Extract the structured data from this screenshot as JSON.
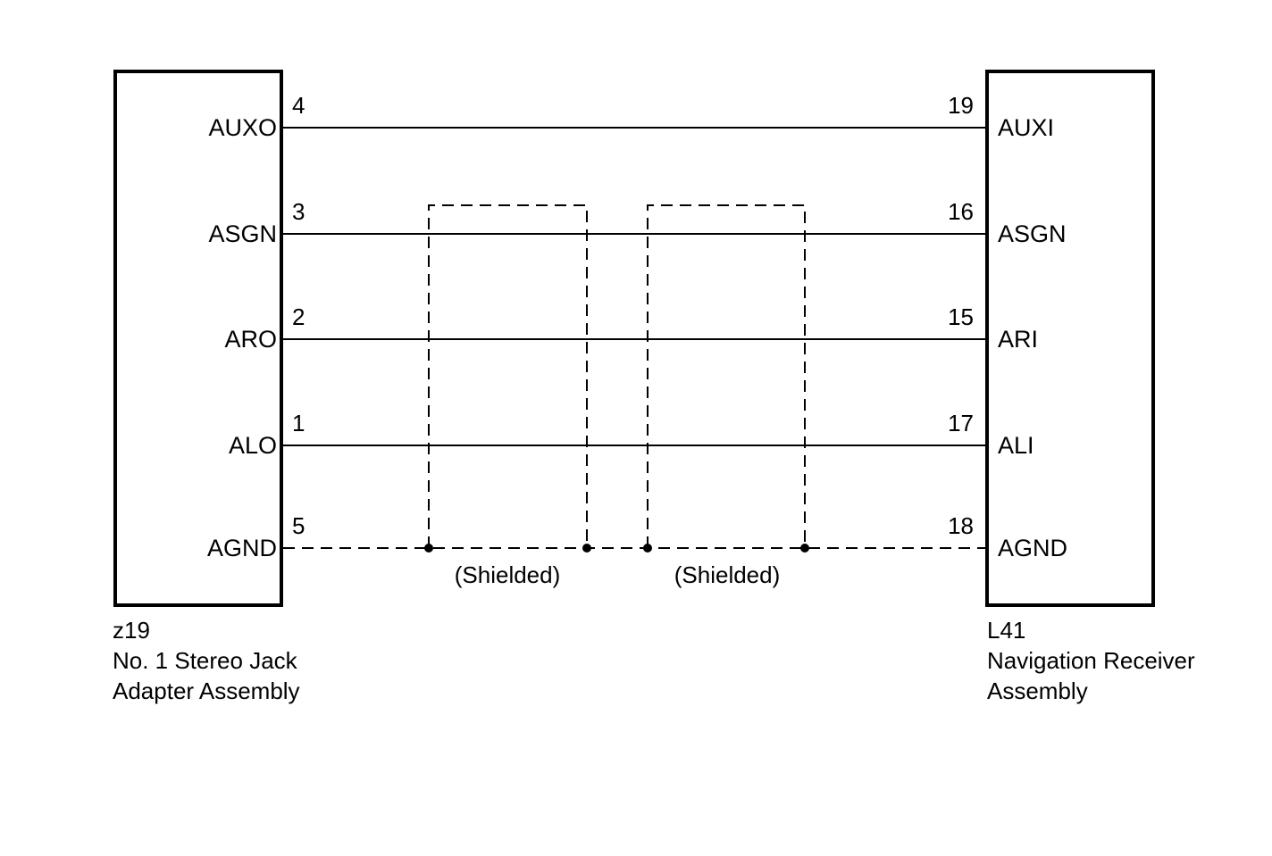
{
  "diagram": {
    "title_semantic": "Stereo jack adapter to navigation receiver wiring diagram",
    "left_box": {
      "designator": "z19",
      "name_line1": "No. 1 Stereo Jack",
      "name_line2": "Adapter Assembly"
    },
    "right_box": {
      "designator": "L41",
      "name_line1": "Navigation Receiver",
      "name_line2": "Assembly"
    },
    "connections": [
      {
        "left_label": "AUXO",
        "left_pin": "4",
        "right_pin": "19",
        "right_label": "AUXI",
        "line_style": "solid"
      },
      {
        "left_label": "ASGN",
        "left_pin": "3",
        "right_pin": "16",
        "right_label": "ASGN",
        "line_style": "solid"
      },
      {
        "left_label": "ARO",
        "left_pin": "2",
        "right_pin": "15",
        "right_label": "ARI",
        "line_style": "solid"
      },
      {
        "left_label": "ALO",
        "left_pin": "1",
        "right_pin": "17",
        "right_label": "ALI",
        "line_style": "solid"
      },
      {
        "left_label": "AGND",
        "left_pin": "5",
        "right_pin": "18",
        "right_label": "AGND",
        "line_style": "dashed"
      }
    ],
    "shield_labels": [
      "(Shielded)",
      "(Shielded)"
    ],
    "colors": {
      "line": "#000000",
      "background": "#ffffff"
    }
  }
}
